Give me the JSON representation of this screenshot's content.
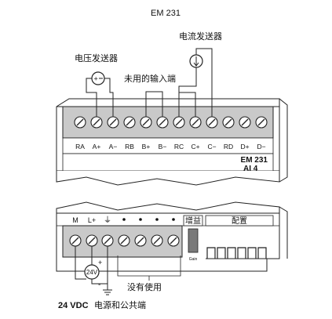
{
  "title": "EM 231",
  "voltage_transmitter_label": "电压发送器",
  "current_transmitter_label": "电流发送器",
  "unused_input_label": "未用的输入端",
  "terminal_labels": [
    "RA",
    "A+",
    "A−",
    "RB",
    "B+",
    "B−",
    "RC",
    "C+",
    "C−",
    "RD",
    "D+",
    "D−"
  ],
  "module_name_line1": "EM 231",
  "module_name_line2": "AI 4",
  "power_labels": [
    "M",
    "L+",
    "⏚"
  ],
  "gain_label": "增益",
  "config_label": "配置",
  "gain_small_label": "Gain",
  "supply_voltage": "24V",
  "plus_sign": "+",
  "minus_sign": "-",
  "not_used_label": "没有使用",
  "footer_label_part1": "24 VDC",
  "footer_label_part2": "电源和公共端"
}
